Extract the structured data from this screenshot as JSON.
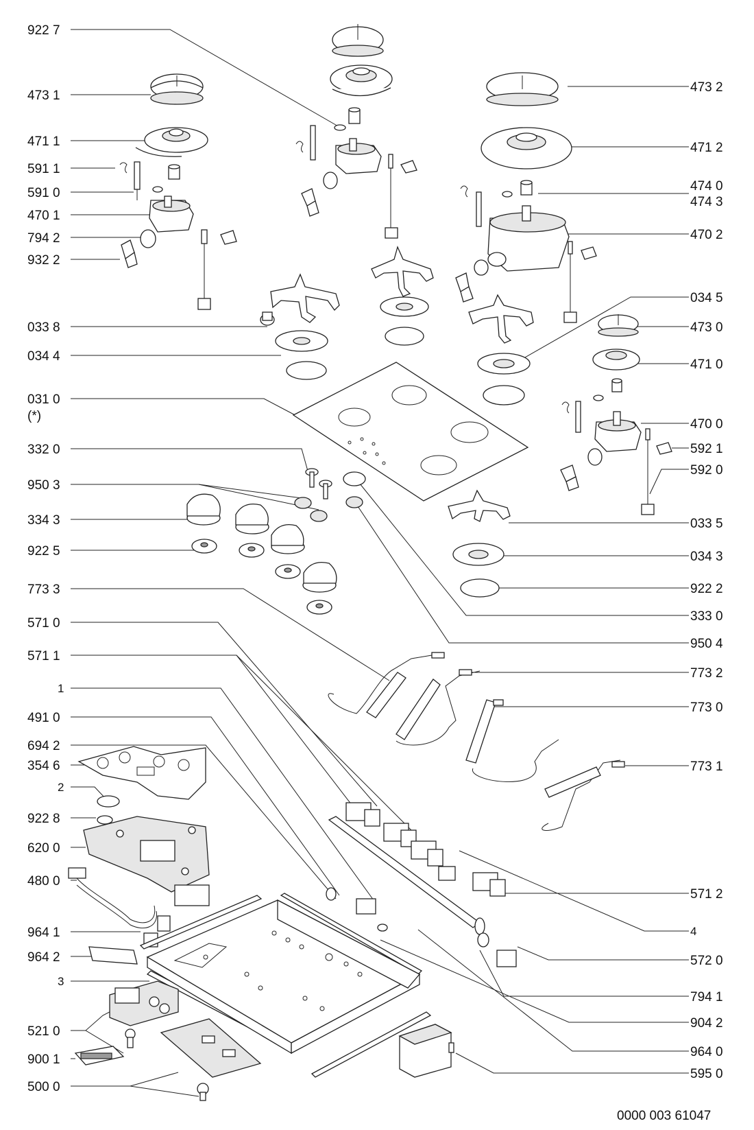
{
  "callouts": {
    "l_922_7": "922 7",
    "l_473_1": "473 1",
    "l_471_1": "471 1",
    "l_591_1": "591 1",
    "l_591_0": "591 0",
    "l_470_1": "470 1",
    "l_794_2": "794 2",
    "l_932_2": "932 2",
    "l_033_8": "033 8",
    "l_034_4": "034 4",
    "l_031_0": "031 0",
    "l_031_0_note": "(*)",
    "l_332_0": "332 0",
    "l_950_3": "950 3",
    "l_334_3": "334 3",
    "l_922_5": "922 5",
    "l_773_3": "773 3",
    "l_571_0": "571 0",
    "l_571_1": "571 1",
    "l_1": "1",
    "l_491_0": "491 0",
    "l_694_2": "694 2",
    "l_354_6": "354 6",
    "l_2": "2",
    "l_922_8": "922 8",
    "l_620_0": "620 0",
    "l_480_0": "480 0",
    "l_964_1": "964 1",
    "l_964_2": "964 2",
    "l_3": "3",
    "l_521_0": "521 0",
    "l_900_1": "900 1",
    "l_500_0": "500 0",
    "r_473_2": "473 2",
    "r_471_2": "471 2",
    "r_474_0": "474 0",
    "r_474_3": "474 3",
    "r_470_2": "470 2",
    "r_034_5": "034 5",
    "r_473_0": "473 0",
    "r_471_0": "471 0",
    "r_470_0": "470 0",
    "r_592_1": "592 1",
    "r_592_0": "592 0",
    "r_033_5": "033 5",
    "r_034_3": "034 3",
    "r_922_2": "922 2",
    "r_333_0": "333 0",
    "r_950_4": "950 4",
    "r_773_2": "773 2",
    "r_773_0": "773 0",
    "r_773_1": "773 1",
    "r_571_2": "571 2",
    "r_4": "4",
    "r_572_0": "572 0",
    "r_794_1": "794 1",
    "r_904_2": "904 2",
    "r_964_0": "964 0",
    "r_595_0": "595 0"
  },
  "footer": {
    "doc_number": "0000 003 61047"
  }
}
